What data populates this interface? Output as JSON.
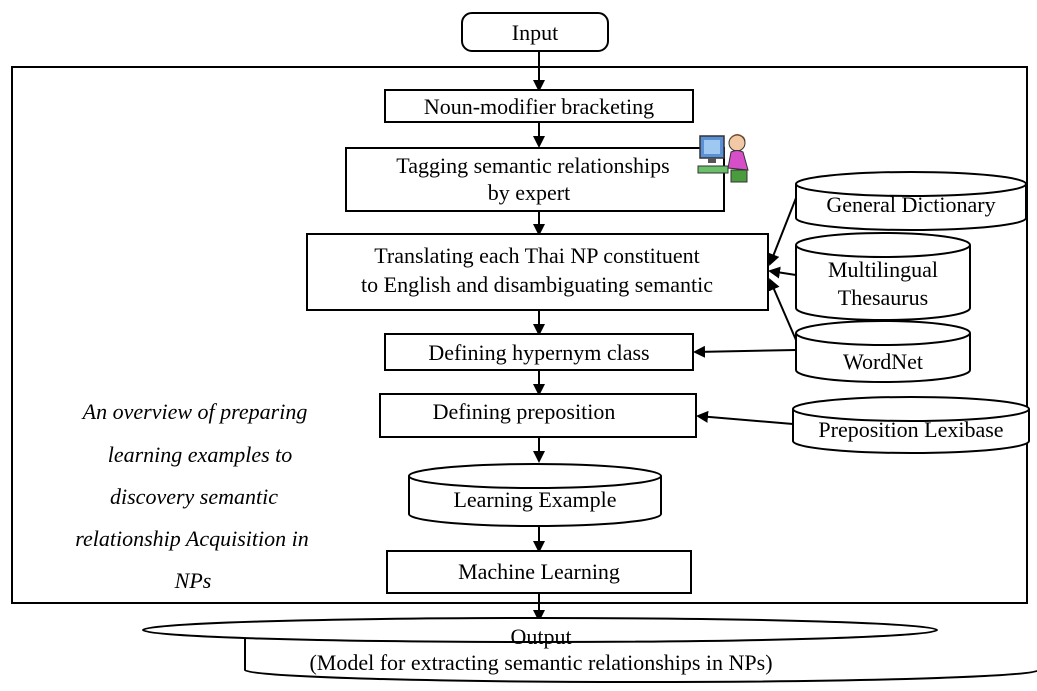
{
  "input_label": "Input",
  "steps": {
    "bracketing": "Noun-modifier bracketing",
    "tagging": [
      "Tagging semantic relationships",
      "by expert"
    ],
    "translating": [
      "Translating each Thai NP constituent",
      "to English and disambiguating semantic"
    ],
    "hypernym": "Defining hypernym class",
    "preposition": "Defining preposition",
    "learning_example": "Learning Example",
    "machine_learning": "Machine Learning"
  },
  "resources": {
    "general_dictionary": "General Dictionary",
    "multilingual_thesaurus": [
      "Multilingual",
      "Thesaurus"
    ],
    "wordnet": "WordNet",
    "preposition_lexibase": "Preposition Lexibase"
  },
  "output": [
    "Output",
    "(Model for extracting semantic relationships in NPs)"
  ],
  "caption": [
    "An overview of preparing",
    "learning examples to",
    "discovery semantic",
    "relationship Acquisition in",
    "NPs"
  ],
  "icons": {
    "expert": "person-at-computer-icon"
  }
}
